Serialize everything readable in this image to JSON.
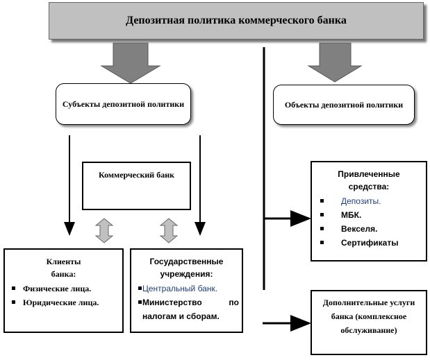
{
  "title": "Депозитная политика коммерческого банка",
  "subjects": "Субъекты депозитной политики",
  "objects": "Объекты депозитной политики",
  "bank": "Коммерческий банк",
  "clients": {
    "title": "Клиенты банка:",
    "items": [
      "Физические лица.",
      "Юридические лица."
    ]
  },
  "gov": {
    "title": "Государственные учреждения:",
    "items": [
      "Центральный банк.",
      "Министерство по налогам и сборам."
    ]
  },
  "attracted": {
    "title": "Привлеченные средства:",
    "items": [
      "Депозиты.",
      "МБК.",
      "Векселя.",
      "Сертификаты"
    ]
  },
  "services": "Дополнительные услуги банка (комплексное обслуживание)"
}
